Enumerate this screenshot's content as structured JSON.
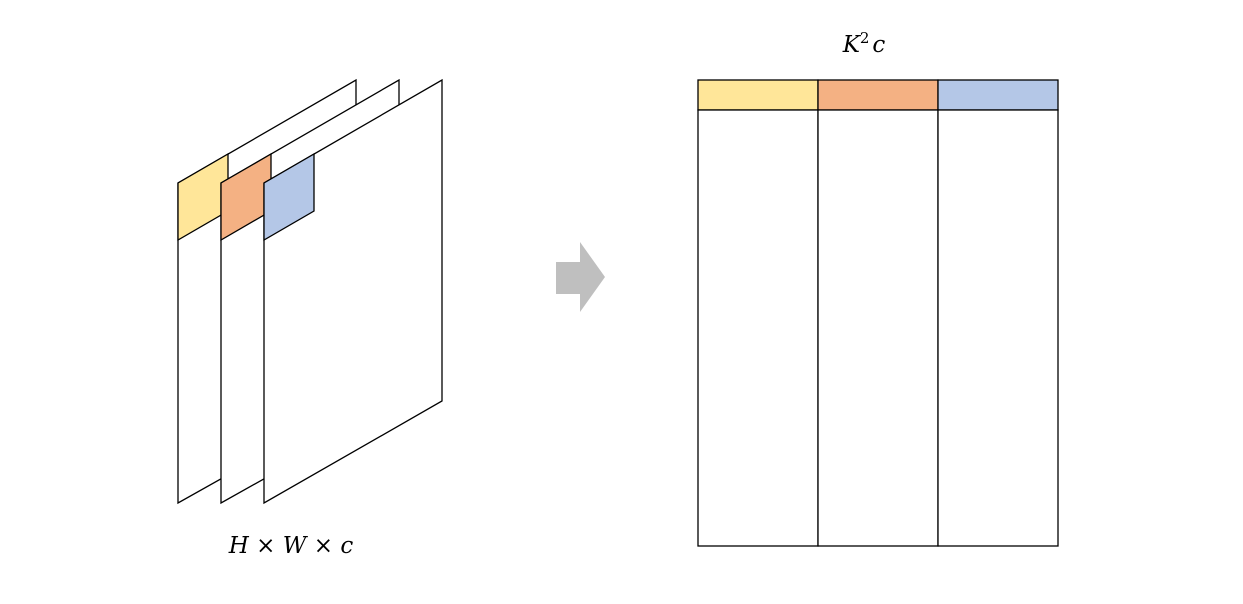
{
  "colors": {
    "yellow": "#FFE699",
    "orange": "#F4B183",
    "blue": "#B4C7E7",
    "arrow": "#BFBFBF",
    "stroke": "#000000"
  },
  "left_label": {
    "parts": [
      "H",
      " × ",
      "W",
      " × ",
      "c"
    ]
  },
  "right_label": {
    "base": "K",
    "superscript": "2",
    "tail": "c"
  },
  "stack": {
    "layers": [
      "yellow",
      "orange",
      "blue"
    ]
  },
  "matrix": {
    "columns": [
      "yellow",
      "orange",
      "blue"
    ]
  },
  "arrow": {
    "icon": "right-arrow-icon"
  }
}
